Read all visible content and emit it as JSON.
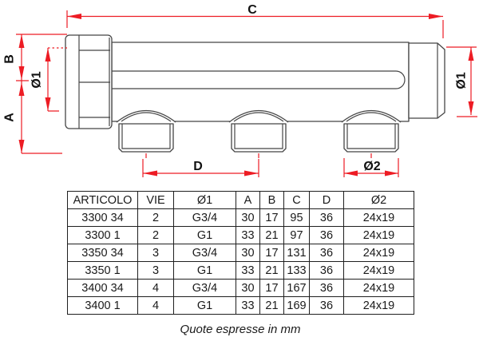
{
  "drawing": {
    "labels": {
      "length_c": "C",
      "height_b": "B",
      "diameter1_left": "Ø1",
      "height_a": "A",
      "spacing_d": "D",
      "diameter2": "Ø2",
      "diameter1_right": "Ø1"
    },
    "colors": {
      "dimension_red": "#ed1c24",
      "outline_gray": "#454545"
    }
  },
  "table": {
    "headers": [
      "ARTICOLO",
      "VIE",
      "Ø1",
      "A",
      "B",
      "C",
      "D",
      "Ø2"
    ],
    "rows": [
      [
        "3300 34",
        "2",
        "G3/4",
        "30",
        "17",
        "95",
        "36",
        "24x19"
      ],
      [
        "3300 1",
        "2",
        "G1",
        "33",
        "21",
        "97",
        "36",
        "24x19"
      ],
      [
        "3350 34",
        "3",
        "G3/4",
        "30",
        "17",
        "131",
        "36",
        "24x19"
      ],
      [
        "3350 1",
        "3",
        "G1",
        "33",
        "21",
        "133",
        "36",
        "24x19"
      ],
      [
        "3400 34",
        "4",
        "G3/4",
        "30",
        "17",
        "167",
        "36",
        "24x19"
      ],
      [
        "3400 1",
        "4",
        "G1",
        "33",
        "21",
        "169",
        "36",
        "24x19"
      ]
    ]
  },
  "caption": "Quote espresse in mm"
}
